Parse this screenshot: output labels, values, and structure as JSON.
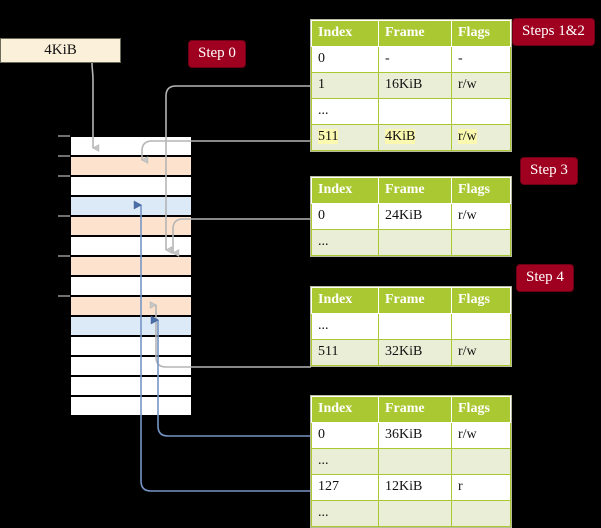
{
  "diagram": {
    "title_labels": {
      "step0": "Step 0",
      "steps12": "Steps 1&2",
      "step3": "Step 3",
      "step4": "Step 4"
    },
    "source_box": {
      "label": "4KiB"
    },
    "colors": {
      "badge_bg": "#a00020",
      "table_header_bg": "#aac832",
      "table_alt_row": "#eaeed7",
      "highlight": "#fbf9b0",
      "mem_peach": "#fde3cd",
      "mem_blue": "#dce9f7",
      "source_box_bg": "#fbf0d9",
      "wire_gray": "#b5b5b5",
      "wire_blue": "#7796c6"
    },
    "memory_column": {
      "rows": [
        {
          "fill": "white"
        },
        {
          "fill": "peach"
        },
        {
          "fill": "white"
        },
        {
          "fill": "blue"
        },
        {
          "fill": "peach"
        },
        {
          "fill": "white"
        },
        {
          "fill": "peach"
        },
        {
          "fill": "white"
        },
        {
          "fill": "peach"
        },
        {
          "fill": "blue"
        },
        {
          "fill": "white"
        },
        {
          "fill": "white"
        },
        {
          "fill": "white"
        },
        {
          "fill": "white"
        }
      ]
    },
    "tables": [
      {
        "name": "page-table-level-0",
        "headers": [
          "Index",
          "Frame",
          "Flags"
        ],
        "rows": [
          {
            "cells": [
              "0",
              "-",
              "-"
            ],
            "alt": false,
            "highlight": false
          },
          {
            "cells": [
              "1",
              "16KiB",
              "r/w"
            ],
            "alt": true,
            "highlight": false
          },
          {
            "cells": [
              "...",
              "",
              ""
            ],
            "alt": false,
            "highlight": false
          },
          {
            "cells": [
              "511",
              "4KiB",
              "r/w"
            ],
            "alt": true,
            "highlight": true
          }
        ]
      },
      {
        "name": "page-table-level-1",
        "headers": [
          "Index",
          "Frame",
          "Flags"
        ],
        "rows": [
          {
            "cells": [
              "0",
              "24KiB",
              "r/w"
            ],
            "alt": false,
            "highlight": false
          },
          {
            "cells": [
              "...",
              "",
              ""
            ],
            "alt": true,
            "highlight": false
          }
        ]
      },
      {
        "name": "page-table-level-2",
        "headers": [
          "Index",
          "Frame",
          "Flags"
        ],
        "rows": [
          {
            "cells": [
              "...",
              "",
              ""
            ],
            "alt": false,
            "highlight": false
          },
          {
            "cells": [
              "511",
              "32KiB",
              "r/w"
            ],
            "alt": true,
            "highlight": false
          }
        ]
      },
      {
        "name": "page-table-level-3",
        "headers": [
          "Index",
          "Frame",
          "Flags"
        ],
        "rows": [
          {
            "cells": [
              "0",
              "36KiB",
              "r/w"
            ],
            "alt": false,
            "highlight": false
          },
          {
            "cells": [
              "...",
              "",
              ""
            ],
            "alt": true,
            "highlight": false
          },
          {
            "cells": [
              "127",
              "12KiB",
              "r"
            ],
            "alt": false,
            "highlight": false
          },
          {
            "cells": [
              "...",
              "",
              ""
            ],
            "alt": true,
            "highlight": false
          }
        ]
      }
    ]
  }
}
